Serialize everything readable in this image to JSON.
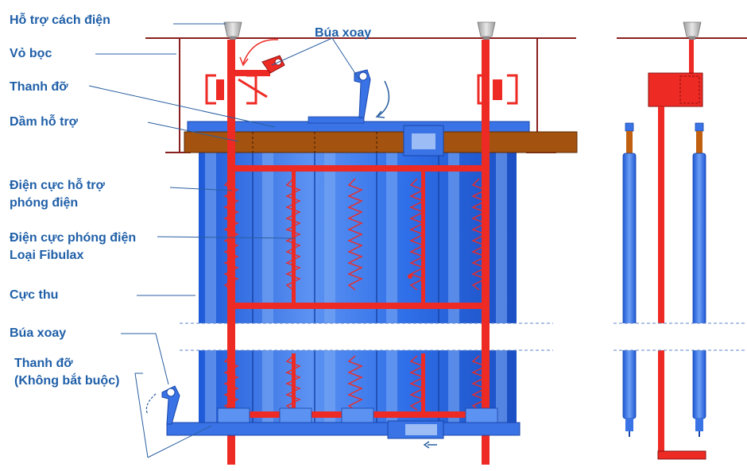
{
  "colors": {
    "label_text": "#1f5fa8",
    "leader_line": "#2a5fa0",
    "electrode_blue": "#2f6fe8",
    "electrode_light": "#6fa0f0",
    "frame_red": "#ee2a24",
    "beam_brown": "#a4520f",
    "insulator_gray": "#c8c8c8"
  },
  "labels": {
    "ho_tro_cach_dien": "Hỗ trợ cách điện",
    "vo_boc": "Vỏ bọc",
    "thanh_do": "Thanh đỡ",
    "dam_ho_tro": "Dầm hỗ trợ",
    "dien_cuc_ho_tro_1": "Điện cực hỗ trợ",
    "dien_cuc_ho_tro_2": "phóng điện",
    "dien_cuc_phong_dien_1": "Điện cực phóng điện",
    "dien_cuc_phong_dien_2": "Loại Fibulax",
    "cuc_thu": "Cực thu",
    "bua_xoay_bottom": "Búa xoay",
    "thanh_do_bottom_1": "Thanh đỡ",
    "thanh_do_bottom_2": "(Không bắt buộc)",
    "bua_xoay_top": "Búa xoay"
  }
}
